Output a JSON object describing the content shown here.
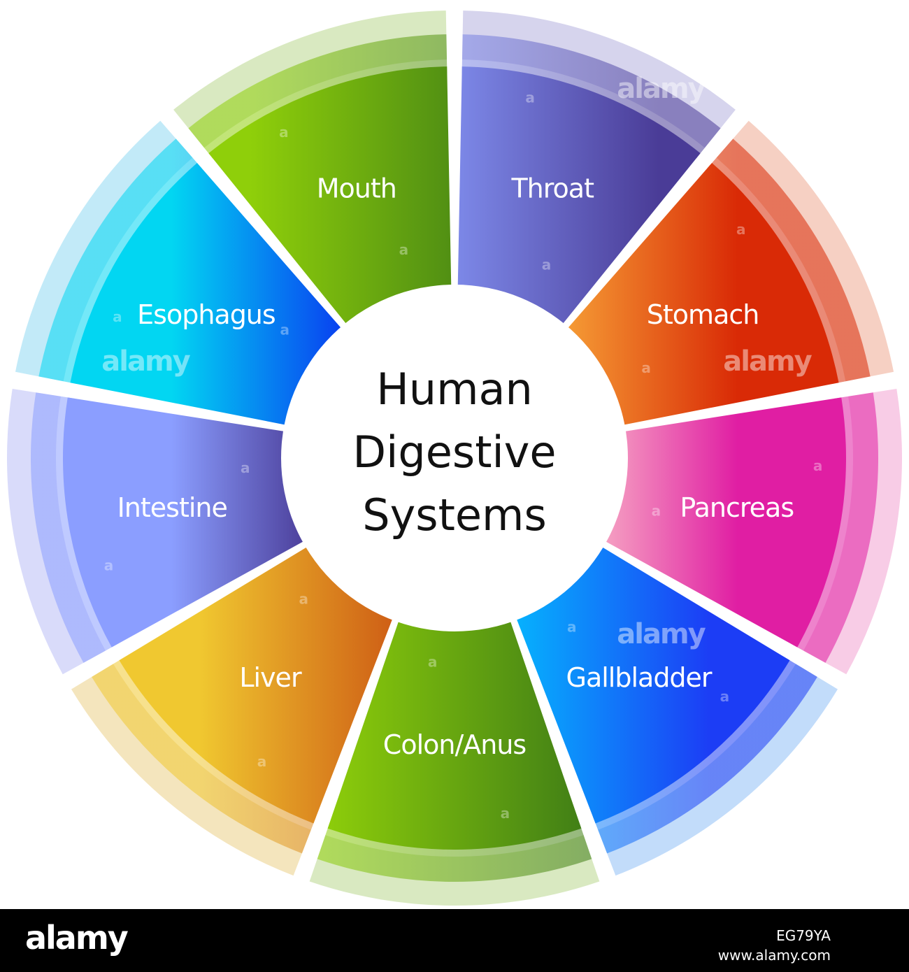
{
  "diagram": {
    "title_lines": [
      "Human",
      "Digestive",
      "Systems"
    ],
    "segments": [
      {
        "label": "Mouth",
        "colors": [
          "#8fcf0a",
          "#3f7d16"
        ],
        "ring": "#b9d78e"
      },
      {
        "label": "Throat",
        "colors": [
          "#8b9eff",
          "#4a3c97"
        ],
        "ring": "#b4b1df"
      },
      {
        "label": "Stomach",
        "colors": [
          "#f8a83a",
          "#d92a06"
        ],
        "ring": "#eeaa92"
      },
      {
        "label": "Pancreas",
        "colors": [
          "#f6a6c3",
          "#e01ea3"
        ],
        "ring": "#f2a3d2"
      },
      {
        "label": "Gallbladder",
        "colors": [
          "#02c8ff",
          "#1c3df5"
        ],
        "ring": "#8fc0f5"
      },
      {
        "label": "Colon/Anus",
        "colors": [
          "#8fcf0a",
          "#3f7d16"
        ],
        "ring": "#b9d78e"
      },
      {
        "label": "Liver",
        "colors": [
          "#f0c830",
          "#c84a10"
        ],
        "ring": "#ebcf86"
      },
      {
        "label": "Intestine",
        "colors": [
          "#8b9eff",
          "#4a3c97"
        ],
        "ring": "#b9bdf5"
      },
      {
        "label": "Esophagus",
        "colors": [
          "#02d6f2",
          "#0a2ff0"
        ],
        "ring": "#8fd9f3"
      }
    ],
    "watermarks": {
      "large": "alamy",
      "small": "a"
    }
  },
  "footer": {
    "brand": "alamy",
    "image_id": "EG79YA",
    "url": "www.alamy.com"
  }
}
